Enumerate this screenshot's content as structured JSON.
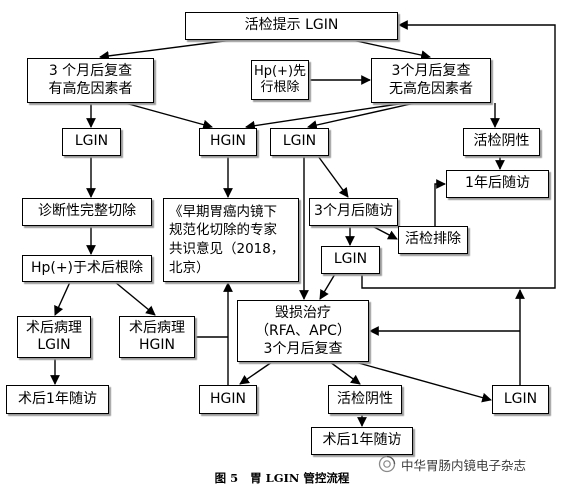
{
  "boxes": {
    "a": {
      "lines": [
        "活检提示 LGIN"
      ]
    },
    "b": {
      "lines": [
        "3 个月后复查",
        "有高危因素者"
      ]
    },
    "c": {
      "lines": [
        "Hp(+)先",
        "行根除"
      ]
    },
    "d": {
      "lines": [
        "3个月后复查",
        "无高危因素者"
      ]
    },
    "e": {
      "lines": [
        "LGIN"
      ]
    },
    "f": {
      "lines": [
        "HGIN"
      ]
    },
    "g": {
      "lines": [
        "LGIN"
      ]
    },
    "h": {
      "lines": [
        "活检阴性"
      ]
    },
    "i": {
      "lines": [
        "诊断性完整切除"
      ]
    },
    "j": {
      "lines": [
        "《早期胃癌内镜下",
        "规范化切除的专家",
        "共识意见（2018，",
        "北京）"
      ]
    },
    "k": {
      "lines": [
        "3个月后随访"
      ]
    },
    "l": {
      "lines": [
        "1年后随访"
      ]
    },
    "m": {
      "lines": [
        "活检排除"
      ]
    },
    "n": {
      "lines": [
        "LGIN"
      ]
    },
    "o": {
      "lines": [
        "Hp(+)于术后根除"
      ]
    },
    "p": {
      "lines": [
        "术后病理",
        "LGIN"
      ]
    },
    "q": {
      "lines": [
        "术后病理",
        "HGIN"
      ]
    },
    "r": {
      "lines": [
        "毁损治疗",
        "（RFA、APC）",
        "3个月后复查"
      ]
    },
    "s": {
      "lines": [
        "术后1年随访"
      ]
    },
    "t": {
      "lines": [
        "HGIN"
      ]
    },
    "u": {
      "lines": [
        "活检阴性"
      ]
    },
    "v": {
      "lines": [
        "LGIN"
      ]
    },
    "w": {
      "lines": [
        "术后1年随访"
      ]
    }
  },
  "caption": {
    "figure": "图 5",
    "text": "胃 LGIN 管控流程"
  },
  "watermark": {
    "text": "中华胃肠内镜电子杂志",
    "icon": "wechat-account-icon"
  },
  "colors": {
    "line": "#000000",
    "box_border": "#000000",
    "box_shadow": "#9a9a9a",
    "watermark_text": "#3a3a3a"
  }
}
